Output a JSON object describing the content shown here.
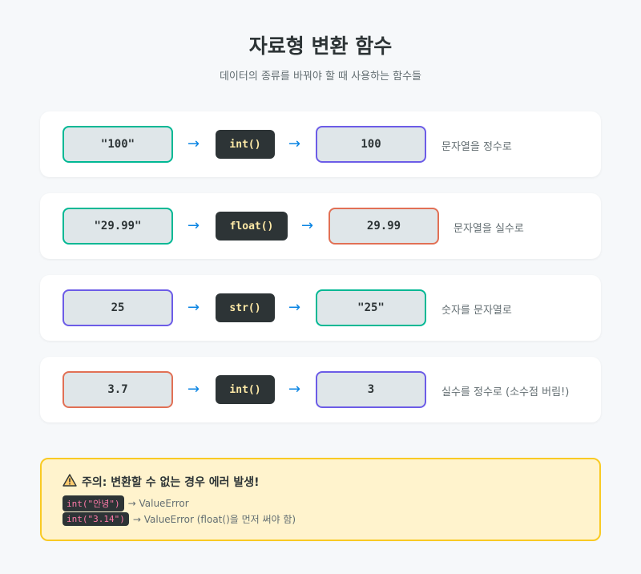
{
  "header": {
    "title": "자료형 변환 함수",
    "subtitle": "데이터의 종류를 바꿔야 할 때 사용하는 함수들"
  },
  "arrow_symbol": "→",
  "colors": {
    "green": "#00b894",
    "purple": "#6c5ce7",
    "orange": "#e17055",
    "arrow": "#0984e3",
    "function_bg": "#2d3436",
    "function_text": "#ffeaa7"
  },
  "conversions": [
    {
      "input": "\"100\"",
      "function": "int()",
      "output": "100",
      "description": "문자열을 정수로"
    },
    {
      "input": "\"29.99\"",
      "function": "float()",
      "output": "29.99",
      "description": "문자열을 실수로"
    },
    {
      "input": "25",
      "function": "str()",
      "output": "\"25\"",
      "description": "숫자를 문자열로"
    },
    {
      "input": "3.7",
      "function": "int()",
      "output": "3",
      "description": "실수를 정수로 (소수점 버림!)"
    }
  ],
  "warning": {
    "icon": "warning-icon",
    "title": "주의: 변환할 수 없는 경우 에러 발생!",
    "examples": [
      {
        "code": "int(\"안녕\")",
        "text": "→ ValueError"
      },
      {
        "code": "int(\"3.14\")",
        "text": "→ ValueError (float()을 먼저 써야 함)"
      }
    ]
  }
}
